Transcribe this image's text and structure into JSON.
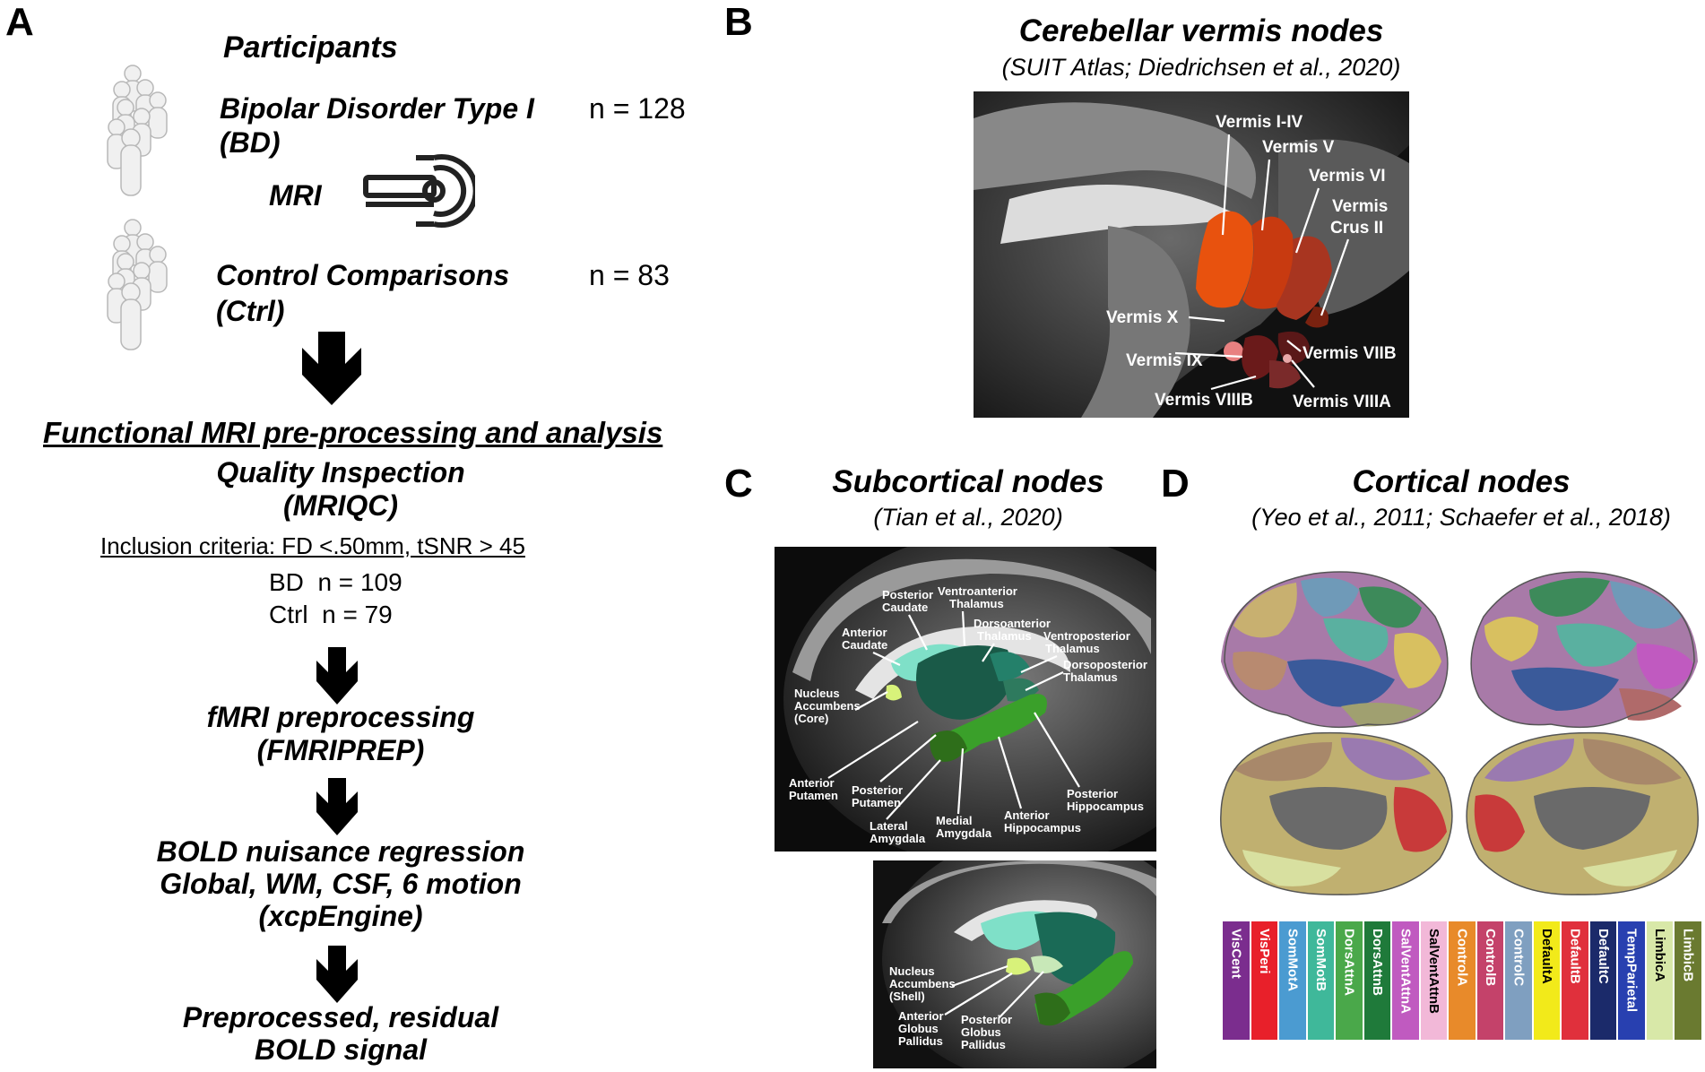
{
  "panel_a": {
    "letter": "A",
    "participants_title": "Participants",
    "bd_label_line1": "Bipolar Disorder Type I",
    "bd_label_line2": "(BD)",
    "bd_n": "n = 128",
    "mri_label": "MRI",
    "ctrl_label_line1": "Control Comparisons",
    "ctrl_label_line2": "(Ctrl)",
    "ctrl_n": "n = 83",
    "section_title": "Functional MRI pre-processing and analysis",
    "qi_line1": "Quality Inspection",
    "qi_line2": "(MRIQC)",
    "inclusion": "Inclusion criteria: FD <.50mm, tSNR > 45",
    "bd_after": "BD  n = 109",
    "ctrl_after": "Ctrl  n = 79",
    "prep_line1": "fMRI preprocessing",
    "prep_line2": "(FMRIPREP)",
    "bold_line1": "BOLD nuisance regression",
    "bold_line2": "Global, WM, CSF, 6 motion",
    "bold_line3": "(xcpEngine)",
    "final_line1": "Preprocessed, residual",
    "final_line2": "BOLD signal"
  },
  "panel_b": {
    "letter": "B",
    "title": "Cerebellar vermis nodes",
    "subtitle": "(SUIT Atlas; Diedrichsen et al., 2020)",
    "labels": {
      "v1_4": "Vermis I-IV",
      "v5": "Vermis V",
      "v6": "Vermis VI",
      "crus_1": "Vermis",
      "crus_2": "Crus II",
      "vx": "Vermis X",
      "vix": "Vermis IX",
      "viib": "Vermis VIIB",
      "viiib": "Vermis VIIIB",
      "viiia": "Vermis VIIIA"
    }
  },
  "panel_c": {
    "letter": "C",
    "title": "Subcortical nodes",
    "subtitle": "(Tian et al., 2020)",
    "top_labels": {
      "post_caudate": [
        "Posterior",
        "Caudate"
      ],
      "va_thal": [
        "Ventroanterior",
        "Thalamus"
      ],
      "ant_caudate": [
        "Anterior",
        "Caudate"
      ],
      "da_thal": [
        "Dorsoanterior",
        "Thalamus"
      ],
      "vp_thal": [
        "Ventroposterior",
        "Thalamus"
      ],
      "dp_thal": [
        "Dorsoposterior",
        "Thalamus"
      ],
      "nac_core": [
        "Nucleus",
        "Accumbens",
        "(Core)"
      ],
      "ant_putamen": [
        "Anterior",
        "Putamen"
      ],
      "post_putamen": [
        "Posterior",
        "Putamen"
      ],
      "lat_amyg": [
        "Lateral",
        "Amygdala"
      ],
      "med_amyg": [
        "Medial",
        "Amygdala"
      ],
      "ant_hippo": [
        "Anterior",
        "Hippocampus"
      ],
      "post_hippo": [
        "Posterior",
        "Hippocampus"
      ]
    },
    "bottom_labels": {
      "nac_shell": [
        "Nucleus",
        "Accumbens",
        "(Shell)"
      ],
      "ant_gp": [
        "Anterior",
        "Globus",
        "Pallidus"
      ],
      "post_gp": [
        "Posterior",
        "Globus",
        "Pallidus"
      ]
    }
  },
  "panel_d": {
    "letter": "D",
    "title": "Cortical nodes",
    "subtitle": "(Yeo et al., 2011; Schaefer et al., 2018)",
    "networks": [
      {
        "name": "VisCent",
        "color": "#7b2d8e",
        "text": "#ffffff"
      },
      {
        "name": "VisPeri",
        "color": "#e8202a",
        "text": "#ffffff"
      },
      {
        "name": "SomMotA",
        "color": "#4b9bd1",
        "text": "#ffffff"
      },
      {
        "name": "SomMotB",
        "color": "#3fb89a",
        "text": "#ffffff"
      },
      {
        "name": "DorsAttnA",
        "color": "#4aa84a",
        "text": "#ffffff"
      },
      {
        "name": "DorsAttnB",
        "color": "#1f7a3a",
        "text": "#ffffff"
      },
      {
        "name": "SalVentAttnA",
        "color": "#c05ac0",
        "text": "#ffffff"
      },
      {
        "name": "SalVentAttnB",
        "color": "#f2b8d8",
        "text": "#000000"
      },
      {
        "name": "ControlA",
        "color": "#e88a2a",
        "text": "#ffffff"
      },
      {
        "name": "ControlB",
        "color": "#c4426a",
        "text": "#ffffff"
      },
      {
        "name": "ControlC",
        "color": "#7f9fc0",
        "text": "#ffffff"
      },
      {
        "name": "DefaultA",
        "color": "#f2ea1a",
        "text": "#000000"
      },
      {
        "name": "DefaultB",
        "color": "#e0303c",
        "text": "#ffffff"
      },
      {
        "name": "DefaultC",
        "color": "#1b2a6a",
        "text": "#ffffff"
      },
      {
        "name": "TempParietal",
        "color": "#2840b0",
        "text": "#ffffff"
      },
      {
        "name": "LimbicA",
        "color": "#d8e8a8",
        "text": "#000000"
      },
      {
        "name": "LimbicB",
        "color": "#6a7a30",
        "text": "#ffffff"
      }
    ]
  }
}
